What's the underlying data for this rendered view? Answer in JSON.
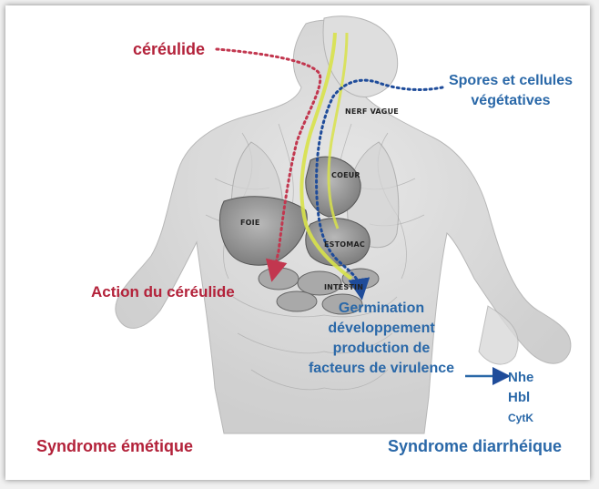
{
  "labels": {
    "cereulide": "céréulide",
    "spores_line1": "Spores et cellules",
    "spores_line2": "végétatives",
    "action": "Action du céréulide",
    "germ_line1": "Germination",
    "germ_line2": "développement",
    "germ_line3": "production de",
    "germ_line4": "facteurs de virulence",
    "toxin1": "Nhe",
    "toxin2": "Hbl",
    "toxin3": "CytK",
    "syndrome_emetic": "Syndrome émétique",
    "syndrome_diarrheic": "Syndrome diarrhéique"
  },
  "organs": {
    "vagus": "NERF VAGUE",
    "heart": "COEUR",
    "liver": "FOIE",
    "stomach": "ESTOMAC",
    "intestine": "INTESTIN"
  },
  "colors": {
    "red_accent": "#b3223a",
    "blue_accent": "#2a68a8",
    "nerve_yellow": "#d8e24a"
  }
}
